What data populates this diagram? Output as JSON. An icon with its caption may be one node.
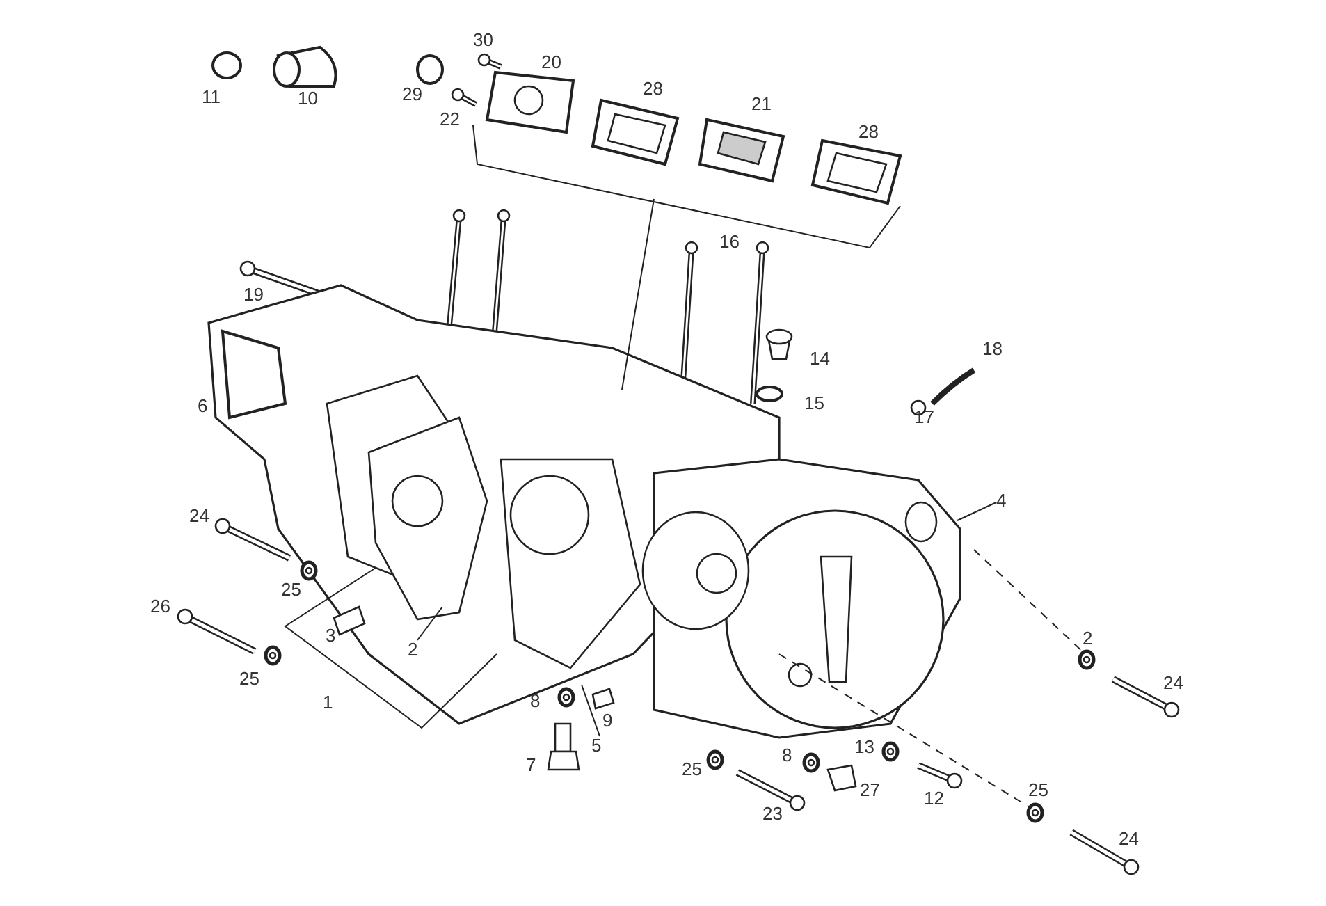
{
  "diagram": {
    "nodes": [
      {
        "text": [
          "2"
        ]
      },
      {
        "text": [
          "5"
        ]
      },
      {
        "text": [
          "4"
        ]
      }
    ],
    "edges": [
      {
        "from": 0,
        "to": null,
        "arrow": "none"
      },
      {
        "from": 1,
        "to": null,
        "arrow": "none"
      },
      {
        "from": 2,
        "to": null,
        "arrow": "none"
      }
    ],
    "labels": [
      "30",
      "20",
      "11",
      "10",
      "29",
      "28",
      "21",
      "28",
      "22",
      "16",
      "19",
      "14",
      "18",
      "6",
      "15",
      "17",
      "24",
      "25",
      "26",
      "3",
      "25",
      "2",
      "24",
      "1",
      "8",
      "9",
      "7",
      "13",
      "8",
      "25",
      "27",
      "12",
      "25",
      "23",
      "24"
    ]
  }
}
